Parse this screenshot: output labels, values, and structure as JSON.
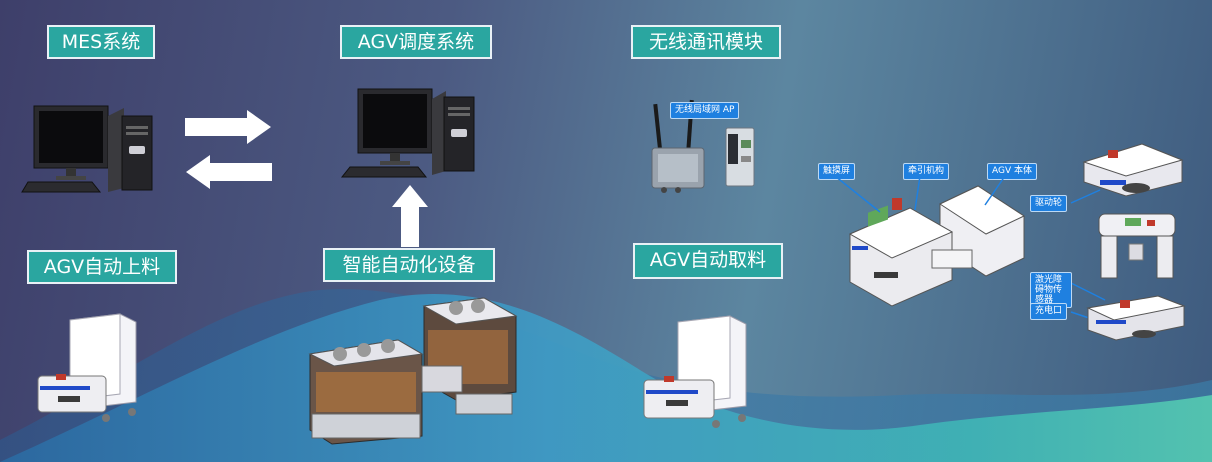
{
  "labels": {
    "mes": "MES系统",
    "agv_dispatch": "AGV调度系统",
    "wireless": "无线通讯模块",
    "agv_load": "AGV自动上料",
    "smart_equipment": "智能自动化设备",
    "agv_unload": "AGV自动取料"
  },
  "callouts": {
    "wlan_ap": "无线局域网 AP",
    "touch_screen": "触摸屏",
    "traction": "牵引机构",
    "agv_body": "AGV 本体",
    "drive_wheel": "驱动轮",
    "obstacle_sensor": "激光障碍物传感器",
    "charging_port": "充电口"
  },
  "colors": {
    "label_fill": "#2aa6a0",
    "label_border": "#e9f1f6",
    "callout_fill": "#1f80e0",
    "wave_front": "#3fb0c2",
    "wave_back": "#2f84b0"
  }
}
